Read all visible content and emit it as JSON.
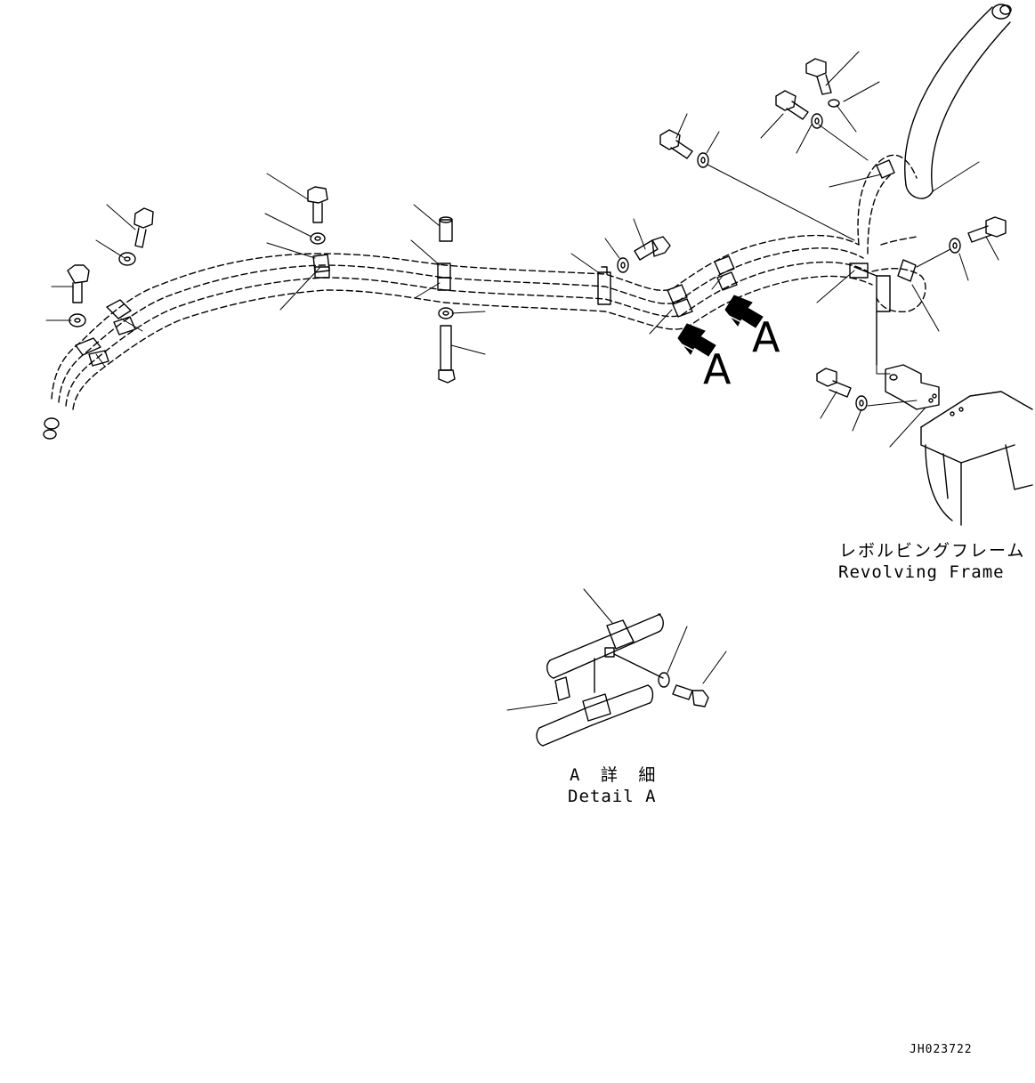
{
  "labels": {
    "frame_jp": "レボルビングフレーム",
    "frame_en": "Revolving Frame",
    "detail_jp": "A 詳 細",
    "detail_en": "Detail A",
    "view_marker_1": "A",
    "view_marker_2": "A",
    "drawing_code": "JH023722"
  }
}
